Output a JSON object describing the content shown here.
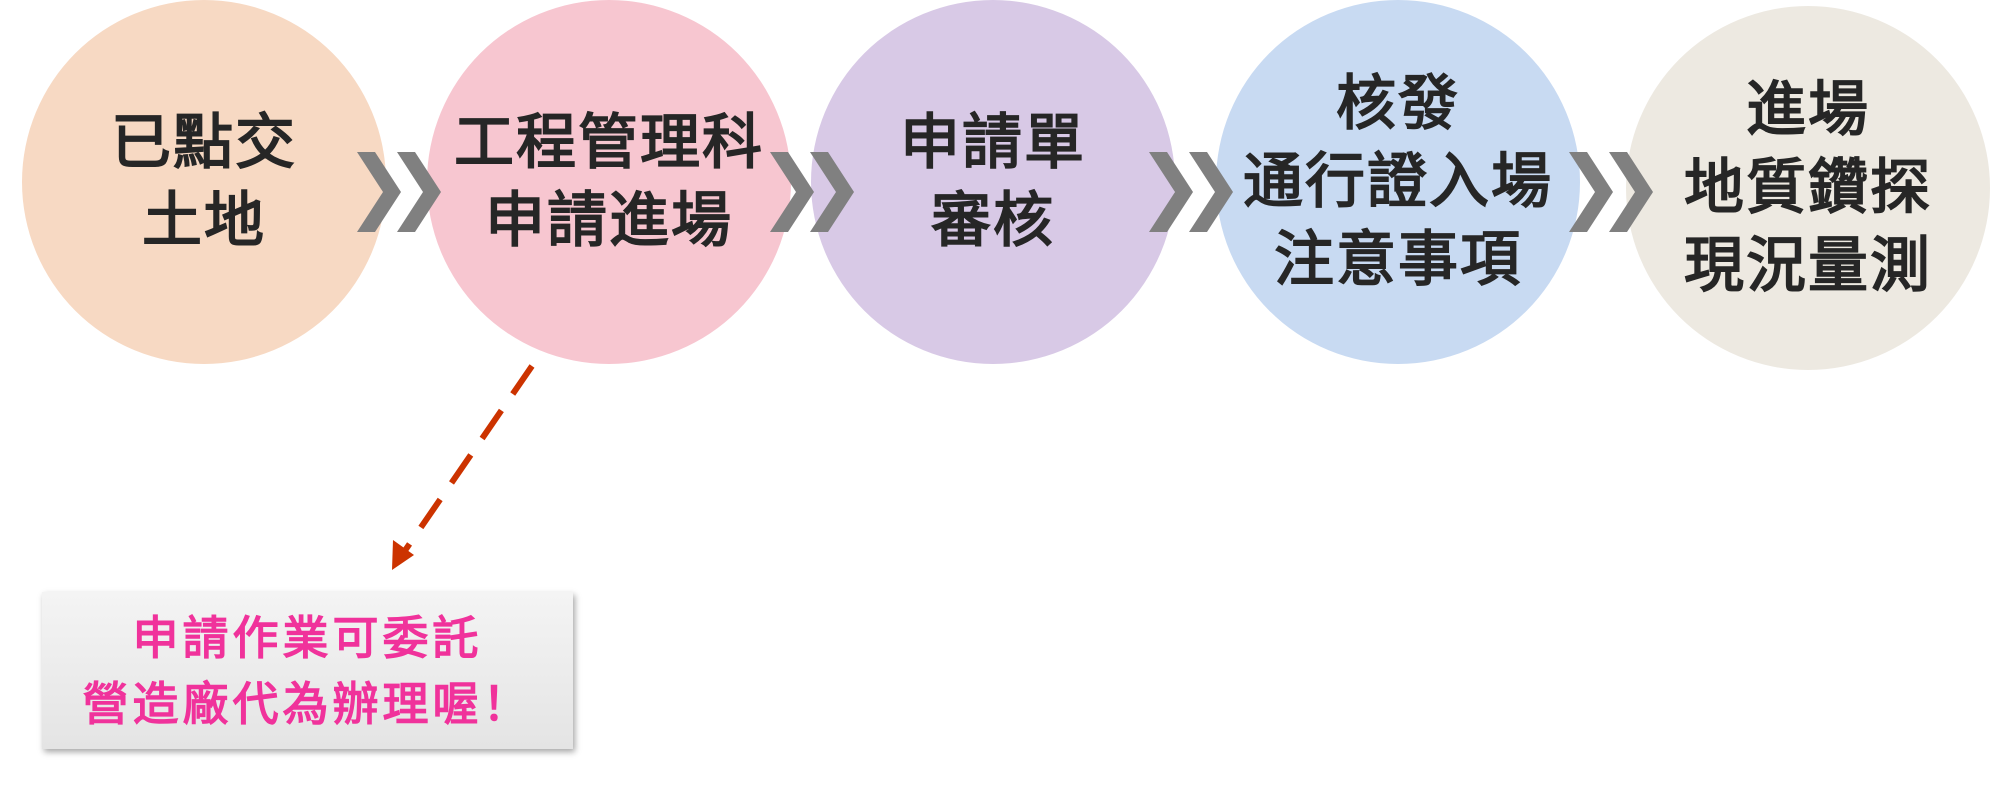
{
  "steps": [
    {
      "lines": [
        "已點交",
        "土地"
      ],
      "color": "#f7d9c3"
    },
    {
      "lines": [
        "工程管理科",
        "申請進場"
      ],
      "color": "#f7c6d0"
    },
    {
      "lines": [
        "申請單",
        "審核"
      ],
      "color": "#d8c9e6"
    },
    {
      "lines": [
        "核發",
        "通行證入場",
        "注意事項"
      ],
      "color": "#c8daf2"
    },
    {
      "lines": [
        "進場",
        "地質鑽探",
        "現況量測"
      ],
      "color": "#ede9e1"
    }
  ],
  "note": {
    "lines": [
      "申請作業可委託",
      "營造廠代為辦理喔！"
    ],
    "text_color": "#f0329b"
  },
  "colors": {
    "chevron": "#808080",
    "arrow": "#cc3300"
  }
}
